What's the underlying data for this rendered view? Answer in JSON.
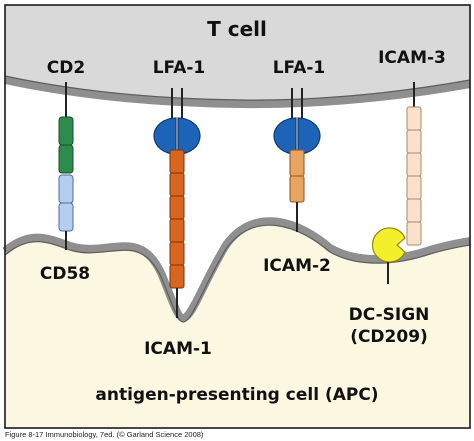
{
  "diagram": {
    "cells": {
      "t_cell": {
        "label": "T cell",
        "fill": "#d9d9d9"
      },
      "apc": {
        "label": "antigen-presenting cell (APC)",
        "fill": "#fcf7e1"
      }
    },
    "molecules": [
      {
        "id": "cd2",
        "label": "CD2",
        "color": "#2e8b4e"
      },
      {
        "id": "cd58",
        "label": "CD58",
        "color": "#b5cdee"
      },
      {
        "id": "lfa1-a",
        "label": "LFA-1",
        "color": "#1d63b8"
      },
      {
        "id": "icam1",
        "label": "ICAM-1",
        "color": "#d9651e"
      },
      {
        "id": "lfa1-b",
        "label": "LFA-1",
        "color": "#1d63b8"
      },
      {
        "id": "icam2",
        "label": "ICAM-2",
        "color": "#e9a560"
      },
      {
        "id": "icam3",
        "label": "ICAM-3",
        "color": "#fbe1cb"
      },
      {
        "id": "dcsign",
        "label": "DC-SIGN",
        "sublabel": "(CD209)",
        "color": "#f4ef2b"
      }
    ],
    "caption": "Figure 8-17  Immunobiology, 7ed. (© Garland Science 2008)"
  }
}
